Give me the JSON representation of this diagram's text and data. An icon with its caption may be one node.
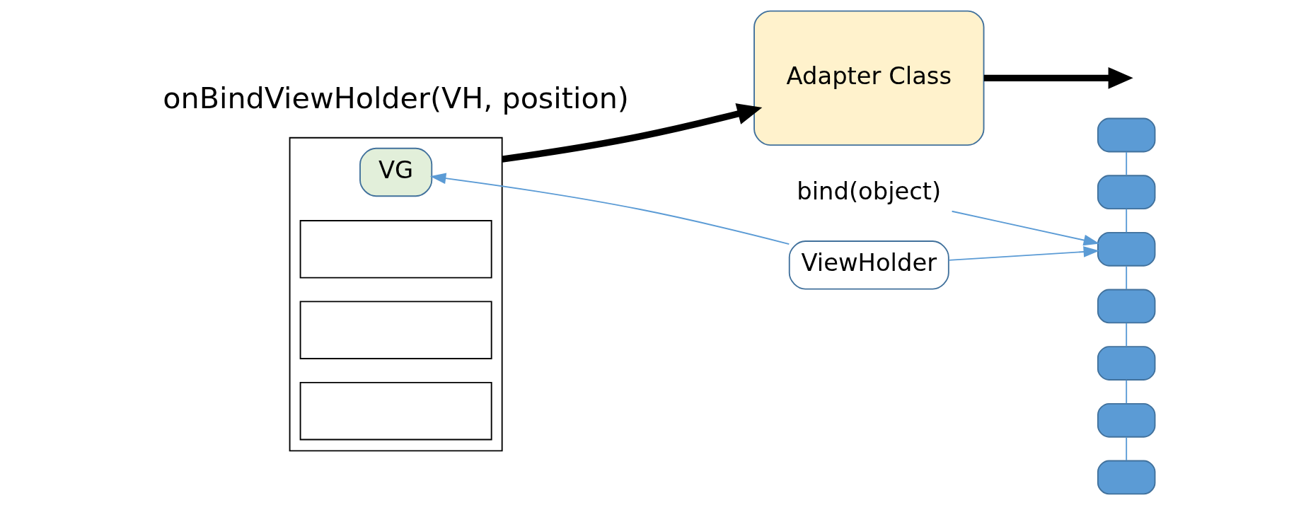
{
  "diagram": {
    "nodes": [
      {
        "text": [],
        "shape": "box"
      },
      {
        "text": [
          "VG"
        ],
        "in": 0
      },
      {
        "text": [],
        "shape": "box",
        "in": 0
      },
      {
        "text": [],
        "shape": "box",
        "in": 0
      },
      {
        "text": [],
        "shape": "box",
        "in": 0
      },
      {
        "text": [
          "ViewHolder"
        ]
      },
      {
        "text": [
          "Adapter Class"
        ]
      },
      {
        "text": [],
        "shape": "box"
      },
      {
        "text": [],
        "shape": "box"
      },
      {
        "text": [],
        "shape": "box"
      },
      {
        "text": [],
        "shape": "box"
      },
      {
        "text": [],
        "shape": "box"
      },
      {
        "text": [],
        "shape": "box"
      },
      {
        "text": [],
        "shape": "box"
      },
      {
        "text": [
          "bind(object)"
        ]
      }
    ],
    "edges": [
      {
        "from": 5,
        "to": 1,
        "arrow": "to"
      },
      {
        "from": 5,
        "to": 9,
        "arrow": "to"
      },
      {
        "from": 14,
        "to": 9,
        "arrow": "to"
      },
      {
        "from": 0,
        "to": 6,
        "arrow": "to",
        "style": "thick",
        "color": "#000000"
      },
      {
        "from": 6,
        "to": null,
        "arrow": "to",
        "style": "thick",
        "color": "#000000"
      },
      {
        "from": 7,
        "to": 8,
        "arrow": "none"
      },
      {
        "from": 8,
        "to": 9,
        "arrow": "none"
      },
      {
        "from": 9,
        "to": 10,
        "arrow": "none"
      },
      {
        "from": 10,
        "to": 11,
        "arrow": "none"
      },
      {
        "from": 11,
        "to": 12,
        "arrow": "none"
      },
      {
        "from": 12,
        "to": 13,
        "arrow": "none"
      }
    ],
    "labels": [
      "onBindViewHolder(VH, position)"
    ]
  }
}
